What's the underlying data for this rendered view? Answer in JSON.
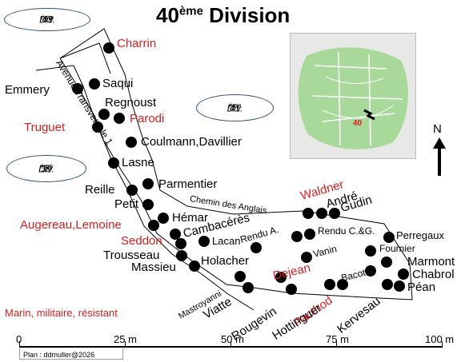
{
  "title": {
    "main": "40",
    "sup": "ème",
    "rest": " Division"
  },
  "neighbours": [
    {
      "key": "n43",
      "num": "43",
      "sup": "ème",
      "rest": " Div."
    },
    {
      "key": "n41",
      "num": "41",
      "sup": "ème",
      "rest": " Div."
    },
    {
      "key": "n39",
      "num": "39",
      "sup": "ème",
      "rest": " Div."
    }
  ],
  "roads": {
    "avenue": "Avenue Transversale 1",
    "chemin": "Chemin des Anglais"
  },
  "inset": {
    "label": "40",
    "colors": {
      "park": "#a9d89b",
      "road": "#ffffff",
      "marker": "#000000",
      "label": "#d42020"
    }
  },
  "north": "N",
  "graves_black": [
    "Saqui",
    "Emmery",
    "Regnoust",
    "Coulmann,Davillier",
    "Lasne",
    "Parmentier",
    "Reille",
    "Petit",
    "Hémar",
    "Cambacérès",
    "Lacan",
    "Trousseau",
    "Massieu",
    "Holacher",
    "Rendu A.",
    "Rendu C.&G.",
    "André",
    "Gudin",
    "Vanin",
    "Perregaux",
    "Fournier",
    "Marmont",
    "Chabrol",
    "Péan",
    "Bacot",
    "Mastroyanni",
    "Viatte",
    "Rougevin",
    "Hottinguer",
    "Kervesau"
  ],
  "graves_red": [
    "Charrin",
    "Truguet",
    "Parodi",
    "Augereau,Lemoine",
    "Seddon",
    "Waldner",
    "Dejean",
    "Pacthod"
  ],
  "legend": "Marin, militaire, résistant",
  "scale": {
    "ticks": [
      "0",
      "25 m",
      "50 m",
      "75 m",
      "100 m"
    ],
    "credit": "Plan : ddmuller@2026"
  },
  "colors": {
    "red": "#d42020",
    "border": "#2f4f7f",
    "ink": "#000000"
  }
}
